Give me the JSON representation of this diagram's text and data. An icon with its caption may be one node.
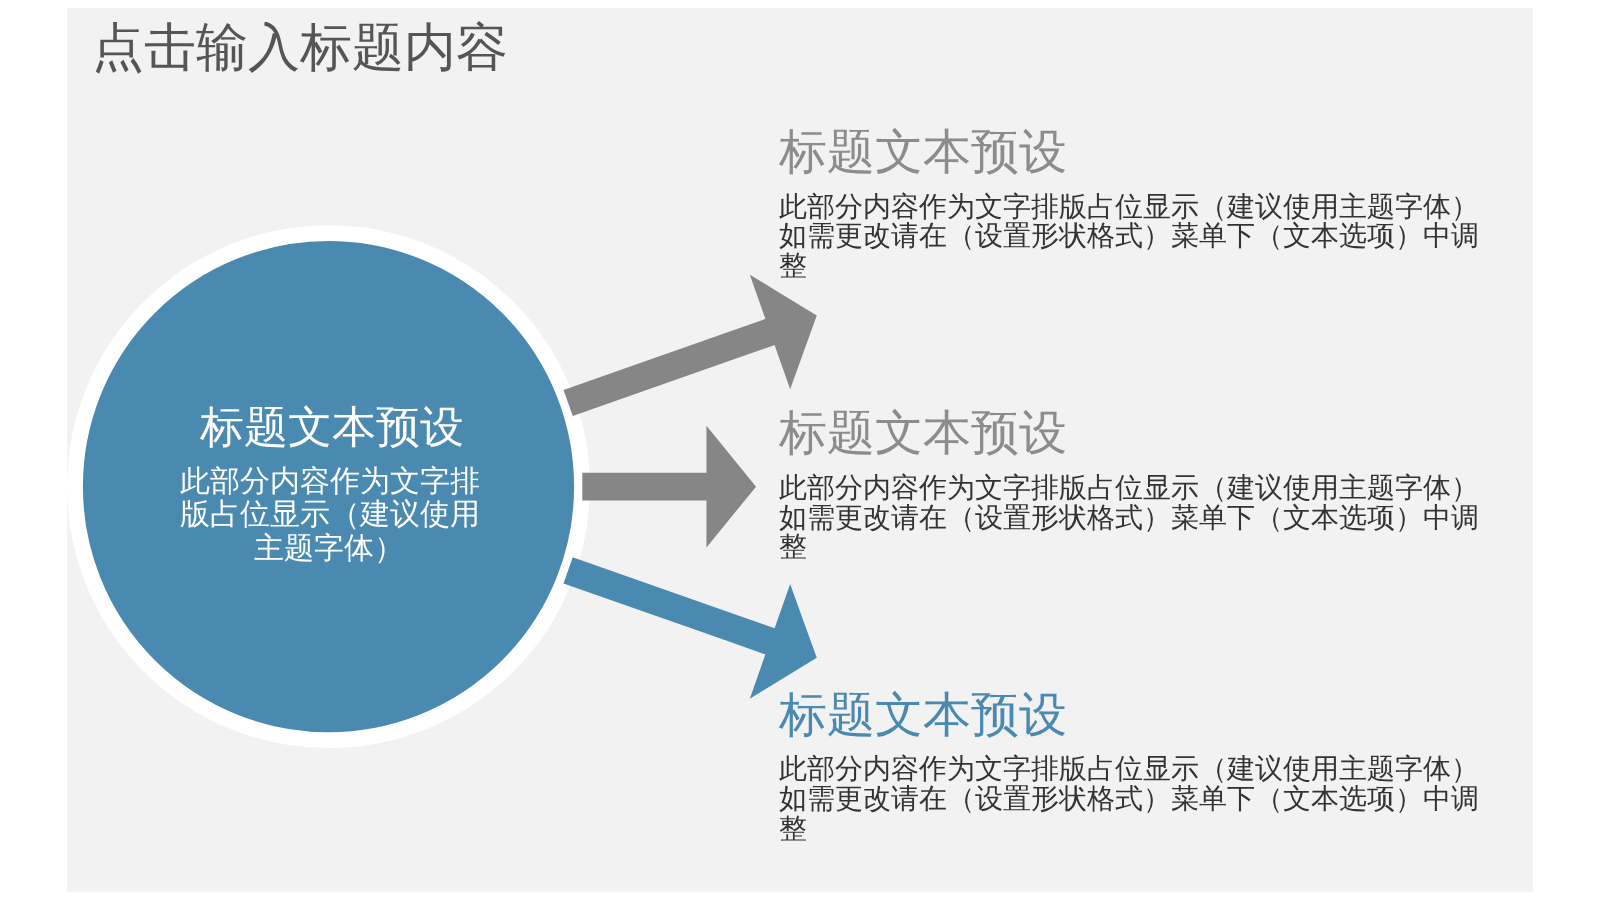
{
  "diagram": {
    "title": "点击输入标题内容",
    "nodes": [
      {
        "text": [
          "标题文本预设",
          "此部分内容作为文字排版占位显示（建议使用主题字体）"
        ]
      },
      {
        "text": [
          "标题文本预设",
          "此部分内容作为文字排版占位显示（建议使用主题字体）如需更改请在（设置形状格式）菜单下（文本选项）中调整"
        ]
      },
      {
        "text": [
          "标题文本预设",
          "此部分内容作为文字排版占位显示（建议使用主题字体）如需更改请在（设置形状格式）菜单下（文本选项）中调整"
        ]
      },
      {
        "text": [
          "标题文本预设",
          "此部分内容作为文字排版占位显示（建议使用主题字体）如需更改请在（设置形状格式）菜单下（文本选项）中调整"
        ]
      }
    ],
    "edges": [
      {
        "from": 0,
        "to": 1,
        "arrow": "to"
      },
      {
        "from": 0,
        "to": 2,
        "arrow": "to"
      },
      {
        "from": 0,
        "to": 3,
        "arrow": "to",
        "color": "#4a89b0"
      }
    ]
  }
}
